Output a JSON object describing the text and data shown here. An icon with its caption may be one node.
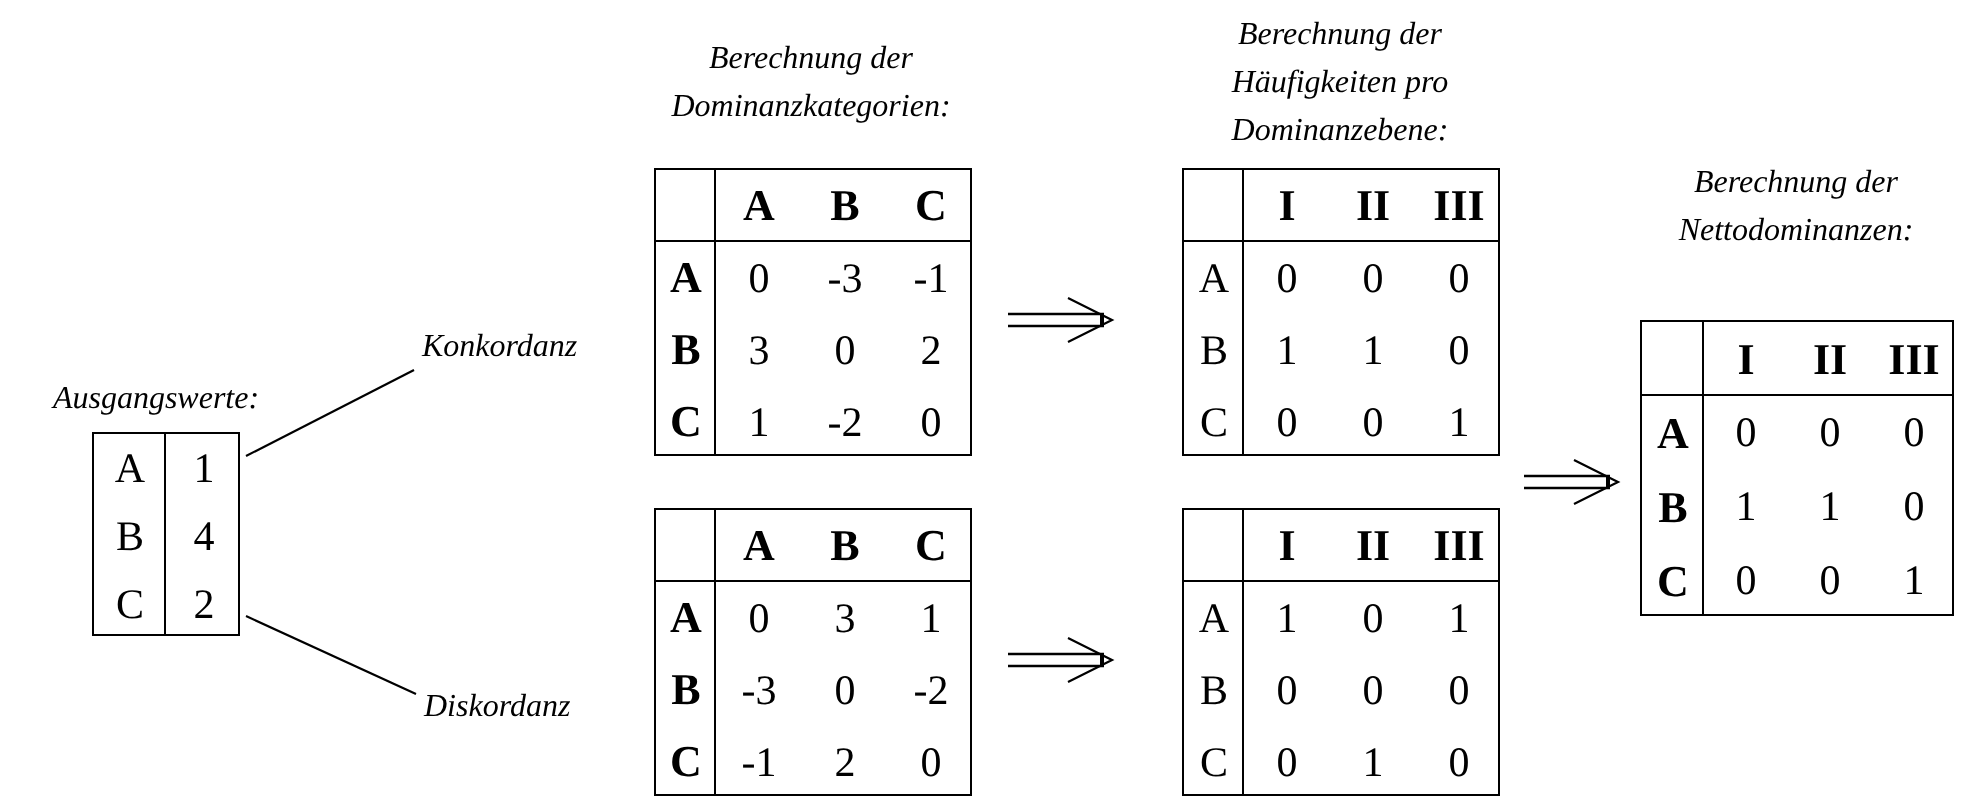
{
  "diagram": {
    "nodes": [
      {
        "text": [
          "Ausgangswerte:",
          "A",
          "1",
          "B",
          "4",
          "C",
          "2"
        ]
      },
      {
        "text": [
          "Konkordanz"
        ]
      },
      {
        "text": [
          "Diskordanz"
        ]
      },
      {
        "text": [
          "Berechnung der Dominanzkategorien:",
          "A",
          "B",
          "C",
          "A",
          "0",
          "-3",
          "-1",
          "B",
          "3",
          "0",
          "2",
          "C",
          "1",
          "-2",
          "0"
        ]
      },
      {
        "text": [
          "A",
          "B",
          "C",
          "A",
          "0",
          "3",
          "1",
          "B",
          "-3",
          "0",
          "-2",
          "C",
          "-1",
          "2",
          "0"
        ]
      },
      {
        "text": [
          "Berechnung der Häufigkeiten pro Dominanzebene:",
          "I",
          "II",
          "III",
          "A",
          "0",
          "0",
          "0",
          "B",
          "1",
          "1",
          "0",
          "C",
          "0",
          "0",
          "1"
        ]
      },
      {
        "text": [
          "I",
          "II",
          "III",
          "A",
          "1",
          "0",
          "1",
          "B",
          "0",
          "0",
          "0",
          "C",
          "0",
          "1",
          "0"
        ]
      },
      {
        "text": [
          "Berechnung der Nettodominanzen:",
          "I",
          "II",
          "III",
          "A",
          "0",
          "0",
          "0",
          "B",
          "1",
          "1",
          "0",
          "C",
          "0",
          "0",
          "1"
        ]
      }
    ],
    "edges": [
      {
        "from": 0,
        "to": 1,
        "arrow": "none"
      },
      {
        "from": 0,
        "to": 2,
        "arrow": "none"
      },
      {
        "from": 3,
        "to": 5,
        "arrow": "to"
      },
      {
        "from": 4,
        "to": 6,
        "arrow": "to"
      },
      {
        "from": 5,
        "to": 7,
        "arrow": "to"
      },
      {
        "from": 6,
        "to": 7,
        "arrow": "to"
      }
    ]
  }
}
